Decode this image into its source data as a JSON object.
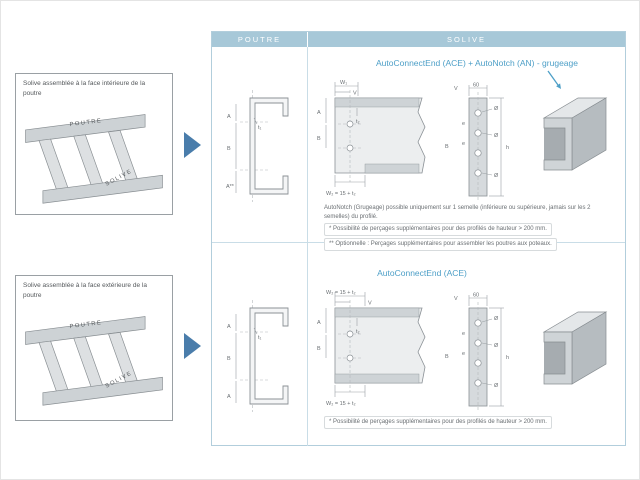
{
  "colors": {
    "header_bg": "#a7c8d8",
    "accent_blue": "#4d9fc7",
    "arrow_blue": "#4a7dab"
  },
  "panels": [
    {
      "caption": "Solive assemblée à la face intérieure de la poutre",
      "beam_label": "POUTRE",
      "joist_label": "SOLIVE"
    },
    {
      "caption": "Solive assemblée à la face extérieure de la poutre",
      "beam_label": "POUTRE",
      "joist_label": "SOLIVE"
    }
  ],
  "table": {
    "header": {
      "poutre": "POUTRE",
      "solive": "SOLIVE"
    }
  },
  "rows": [
    {
      "title": "AutoConnectEnd (ACE) + AutoNotch (AN) - grugeage",
      "note_main": "AutoNotch (Grugeage) possible uniquement sur 1 semelle (inférieure ou supérieure, jamais sur les 2 semelles) du profilé.",
      "note_star": "* Possibilité de perçages supplémentaires pour des profilés de hauteur > 200 mm.",
      "note_dstar": "** Optionnelle : Perçages supplémentaires pour assembler les poutres aux poteaux."
    },
    {
      "title": "AutoConnectEnd (ACE)",
      "note_star": "* Possibilité de perçages supplémentaires pour des profilés de hauteur > 200 mm."
    }
  ],
  "dims": {
    "w1": "W₁",
    "w2": "W₂ = 15 + t₂",
    "a": "A",
    "a_star": "A**",
    "b": "B",
    "t1": "t₁",
    "t2": "t₂",
    "v": "V",
    "sixty": "60",
    "dia": "Ø",
    "h": "h",
    "e": "e"
  }
}
